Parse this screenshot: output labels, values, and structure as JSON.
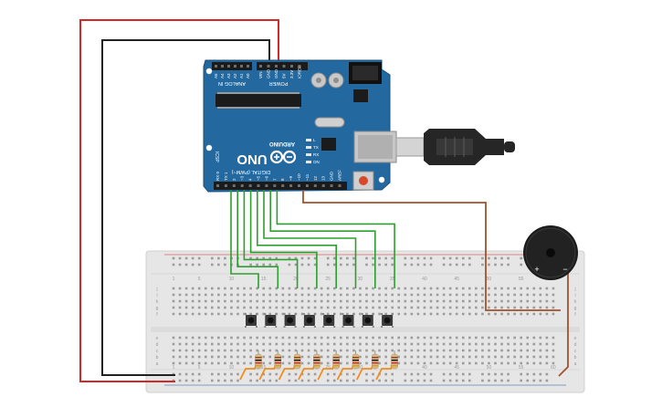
{
  "arduino": {
    "model_label": "UNO",
    "brand_label": "ARDUINO",
    "analog_header_label": "ANALOG IN",
    "power_header_label": "POWER",
    "digital_header_label": "DIGITAL (PWM~)",
    "analog_pins": [
      "A5",
      "A4",
      "A3",
      "A2",
      "A1",
      "A0"
    ],
    "power_pins": [
      "VIN",
      "GND",
      "GND",
      "5V",
      "3.3V",
      "IOREF"
    ],
    "digital_pins": [
      "RX 0",
      "TX 1",
      "2",
      "~3",
      "4",
      "~5",
      "~6",
      "7",
      "8",
      "~9",
      "~10",
      "~11",
      "12",
      "13",
      "GND",
      "AREF"
    ],
    "led_labels": [
      "L",
      "TX",
      "RX",
      "ON"
    ],
    "icsp_label": "ICSP",
    "board_color": "#2369a0"
  },
  "breadboard": {
    "column_numbers": [
      "1",
      "5",
      "10",
      "15",
      "20",
      "25",
      "30",
      "35",
      "40",
      "45",
      "50",
      "55",
      "60"
    ],
    "row_letters": [
      "j",
      "i",
      "h",
      "g",
      "f",
      "e",
      "d",
      "c",
      "b",
      "a"
    ],
    "pushbutton_count": 8,
    "resistor_count": 8
  },
  "buzzer": {
    "plus_label": "+",
    "minus_label": "−"
  },
  "wire_colors": {
    "power": "#d62728",
    "ground": "#222222",
    "signal": "#2ca02c",
    "buzzer": "#a0522d",
    "resistor_lead": "#f28c1e"
  }
}
